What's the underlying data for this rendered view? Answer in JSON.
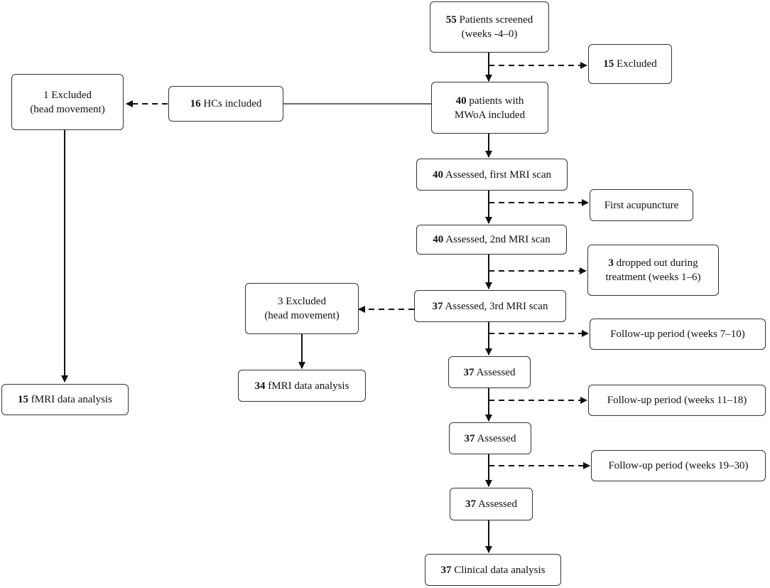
{
  "flowchart": {
    "screened": {
      "count": "55",
      "text": "Patients screened",
      "sub": "(weeks -4–0)"
    },
    "excluded_15": {
      "count": "15",
      "text": "Excluded"
    },
    "mwoa": {
      "count": "40",
      "text": "patients with",
      "sub": "MWoA included"
    },
    "hcs": {
      "count": "16",
      "text": "HCs included"
    },
    "hc_excluded": {
      "text": "1 Excluded",
      "sub": "(head movement)"
    },
    "hc_analysis": {
      "count": "15",
      "text": "fMRI data analysis"
    },
    "first_mri": {
      "count": "40",
      "text": "Assessed, first MRI scan"
    },
    "first_acu": {
      "text": "First acupuncture"
    },
    "second_mri": {
      "count": "40",
      "text": "Assessed, 2nd MRI scan"
    },
    "dropped": {
      "count": "3",
      "text": "dropped out during",
      "sub": "treatment (weeks 1–6)"
    },
    "third_mri": {
      "count": "37",
      "text": "Assessed, 3rd MRI scan"
    },
    "pt_excluded": {
      "text": "3 Excluded",
      "sub": "(head movement)"
    },
    "pt_analysis": {
      "count": "34",
      "text": "fMRI data analysis"
    },
    "follow1": {
      "text": "Follow-up period (weeks 7–10)"
    },
    "assessed1": {
      "count": "37",
      "text": "Assessed"
    },
    "follow2": {
      "text": "Follow-up period (weeks 11–18)"
    },
    "assessed2": {
      "count": "37",
      "text": "Assessed"
    },
    "follow3": {
      "text": "Follow-up period (weeks 19–30)"
    },
    "assessed3": {
      "count": "37",
      "text": "Assessed"
    },
    "clinical": {
      "count": "37",
      "text": "Clinical data analysis"
    }
  }
}
